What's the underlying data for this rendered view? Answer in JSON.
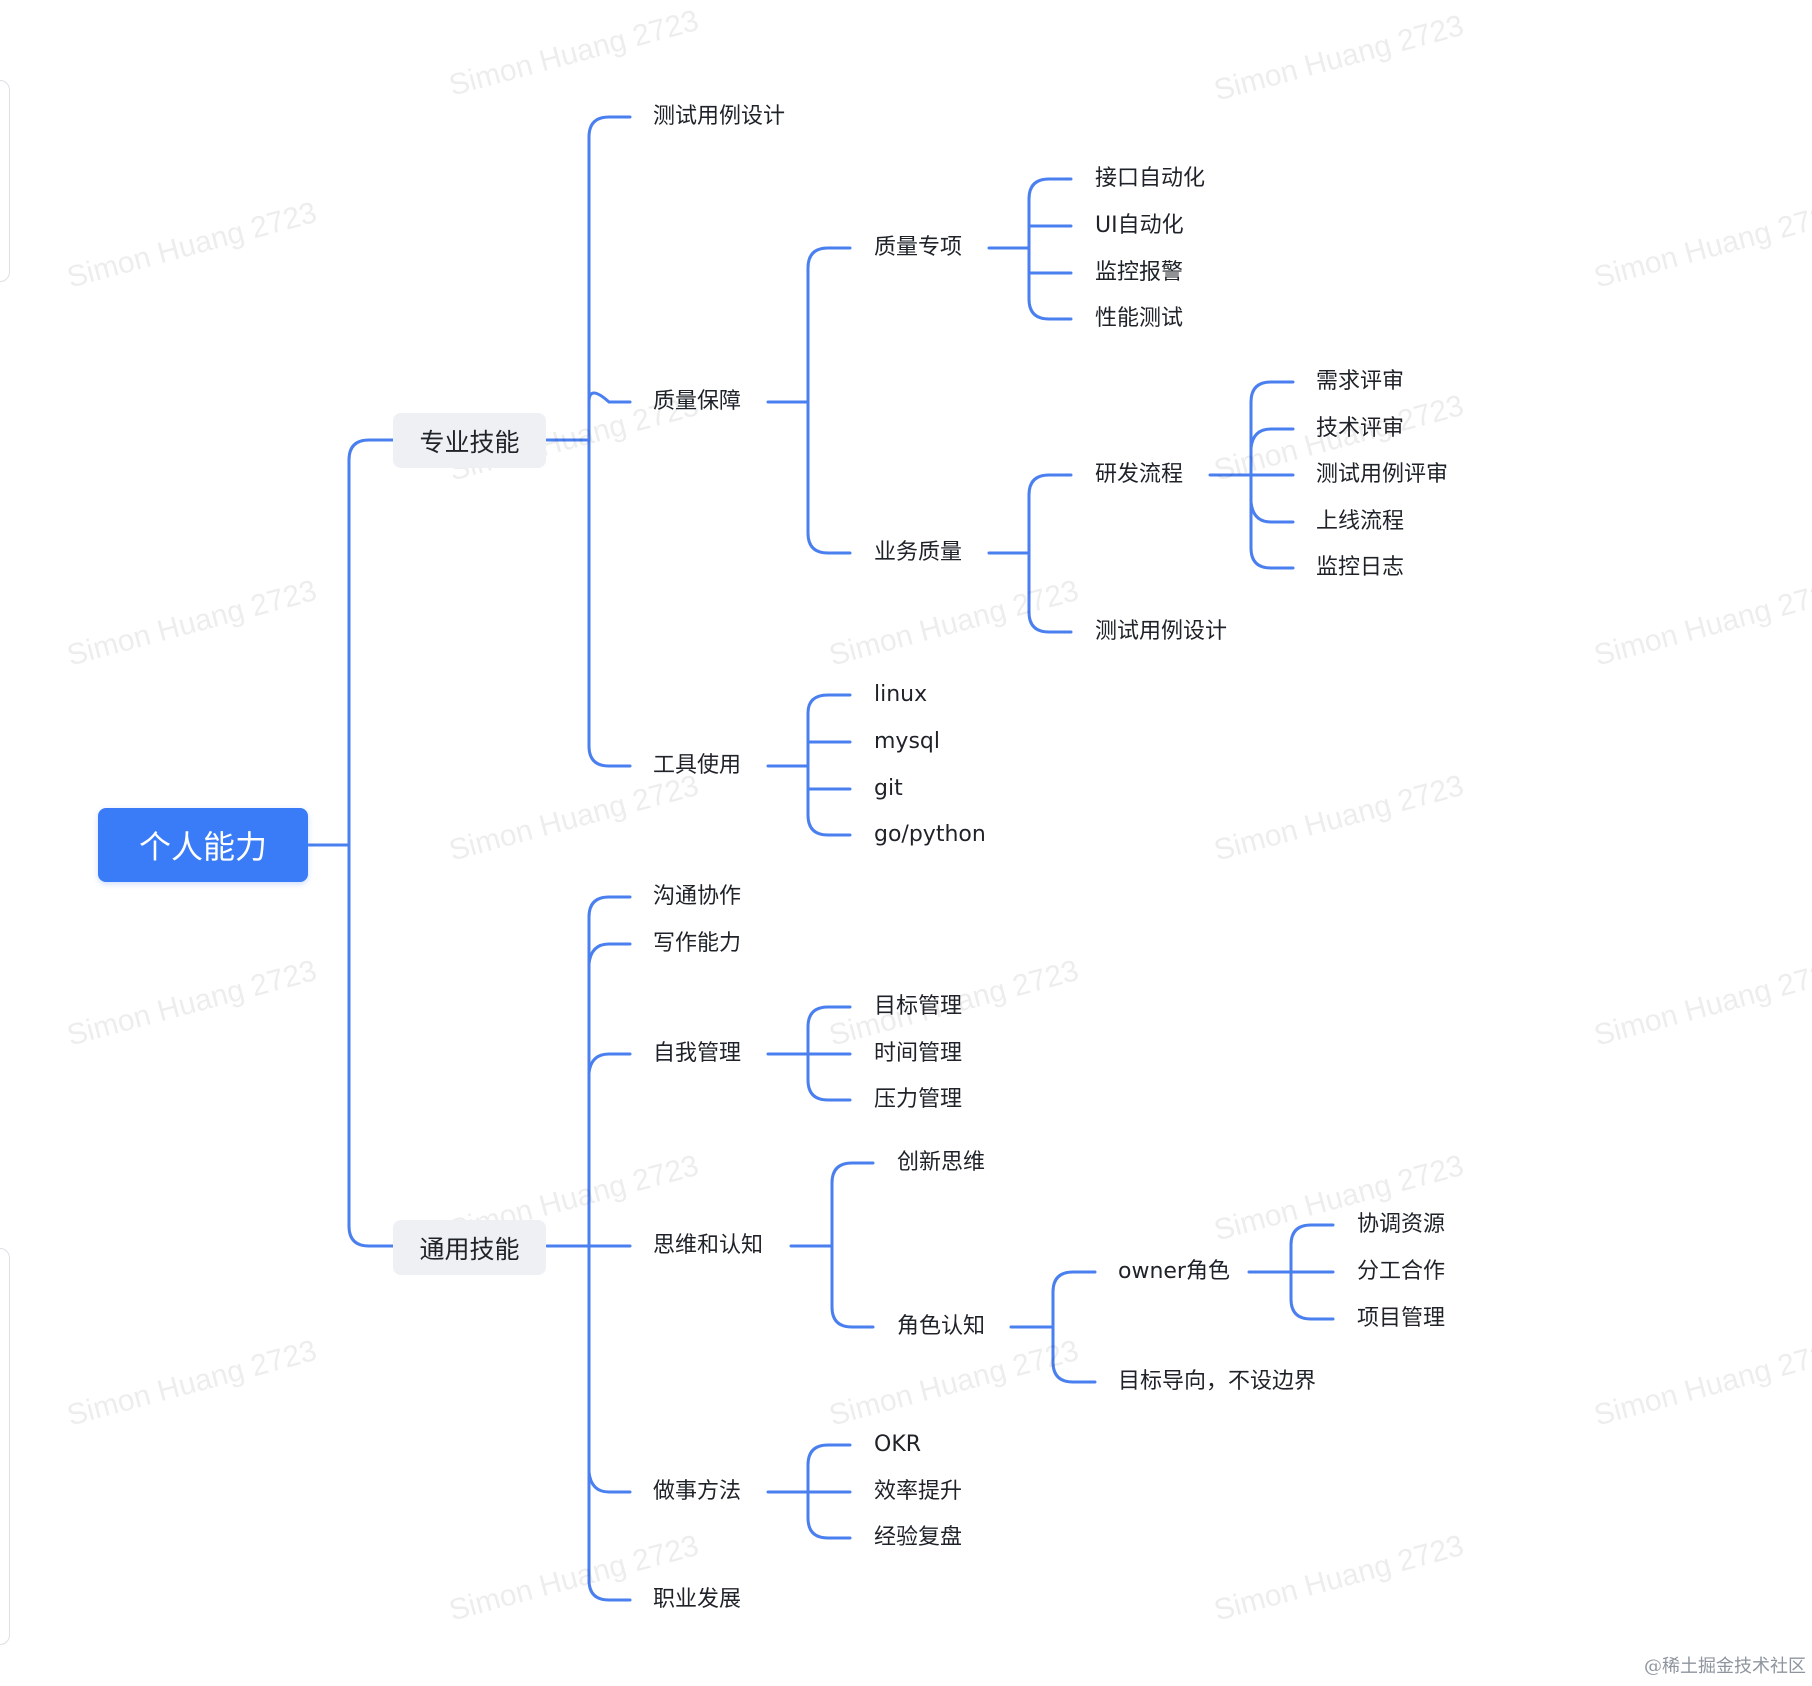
{
  "mindmap": {
    "root": {
      "label": "个人能力"
    },
    "professional": {
      "label": "专业技能",
      "test_case_design": "测试用例设计",
      "quality_assurance": {
        "label": "质量保障",
        "quality_topics": {
          "label": "质量专项",
          "items": [
            "接口自动化",
            "UI自动化",
            "监控报警",
            "性能测试"
          ]
        },
        "business_quality": {
          "label": "业务质量",
          "dev_process": {
            "label": "研发流程",
            "items": [
              "需求评审",
              "技术评审",
              "测试用例评审",
              "上线流程",
              "监控日志"
            ]
          },
          "test_case_design": "测试用例设计"
        }
      },
      "tools": {
        "label": "工具使用",
        "items": [
          "linux",
          "mysql",
          "git",
          "go/python"
        ]
      }
    },
    "general": {
      "label": "通用技能",
      "communication": "沟通协作",
      "writing": "写作能力",
      "self_management": {
        "label": "自我管理",
        "items": [
          "目标管理",
          "时间管理",
          "压力管理"
        ]
      },
      "thinking": {
        "label": "思维和认知",
        "innovation": "创新思维",
        "role": {
          "label": "角色认知",
          "owner": {
            "label": "owner角色",
            "items": [
              "协调资源",
              "分工合作",
              "项目管理"
            ]
          },
          "goal_oriented": "目标导向，不设边界"
        }
      },
      "working_method": {
        "label": "做事方法",
        "items": [
          "OKR",
          "效率提升",
          "经验复盘"
        ]
      },
      "career": "职业发展"
    }
  },
  "watermark": "Simon Huang 2723",
  "credit": "@稀土掘金技术社区",
  "colors": {
    "accent": "#3a7bf8",
    "connector": "#4a7fef",
    "pill_bg": "#eef0f3"
  }
}
